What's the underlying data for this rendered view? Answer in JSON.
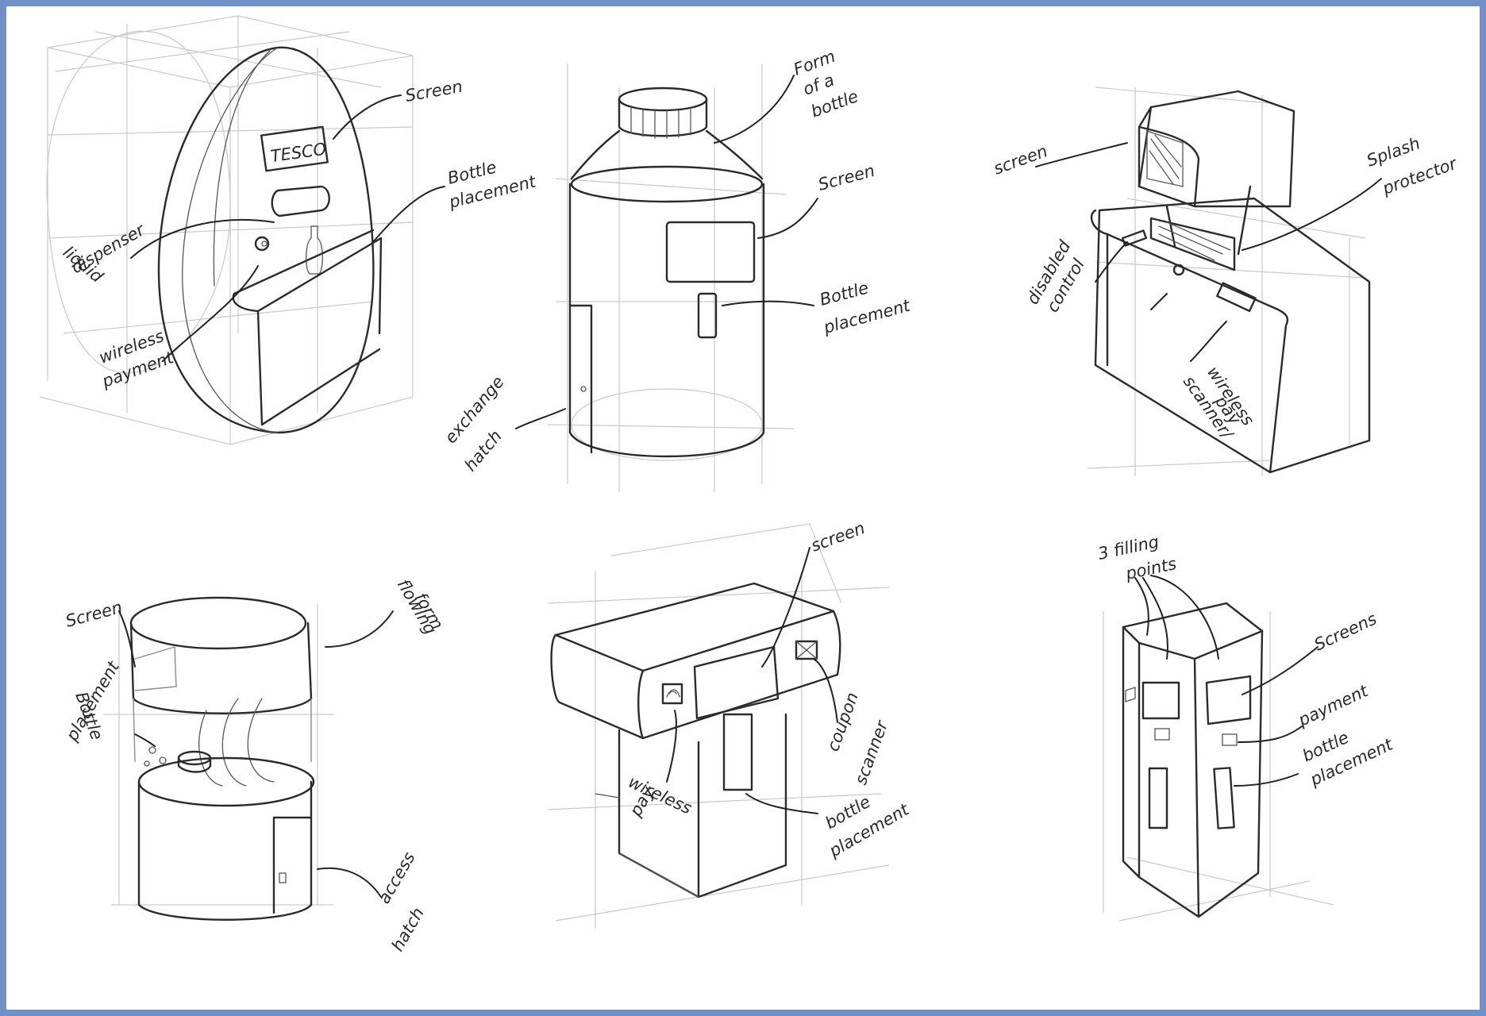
{
  "colors": {
    "frame": "#7090c8",
    "ink": "#2b2b2b",
    "guide": "#c9c9c9"
  },
  "sketches": [
    {
      "id": "egg",
      "brand": "TESCO",
      "labels": {
        "screen": "Screen",
        "bottle_placement_1": "Bottle",
        "bottle_placement_2": "placement",
        "liquid_1": "liquid",
        "liquid_2": "dispenser",
        "wireless_1": "wireless",
        "wireless_2": "payment"
      }
    },
    {
      "id": "bottle",
      "labels": {
        "form_1": "Form",
        "form_2": "of a",
        "form_3": "bottle",
        "screen": "Screen",
        "bottle_1": "Bottle",
        "bottle_2": "placement",
        "exchange_1": "exchange",
        "exchange_2": "hatch"
      }
    },
    {
      "id": "counter",
      "labels": {
        "screen": "screen",
        "splash_1": "Splash",
        "splash_2": "protector",
        "disabled_1": "disabled",
        "disabled_2": "control",
        "scanner_1": "scanner/",
        "scanner_2": "wireless",
        "scanner_3": "pay"
      }
    },
    {
      "id": "cylinder",
      "labels": {
        "screen": "Screen",
        "flowing_1": "flowing",
        "flowing_2": "form",
        "bottle_1": "Bottle",
        "bottle_2": "placement",
        "access_1": "access",
        "access_2": "hatch"
      }
    },
    {
      "id": "kiosk",
      "labels": {
        "screen": "screen",
        "coupon_1": "coupon",
        "coupon_2": "scanner",
        "wireless_1": "wireless",
        "wireless_2": "pay",
        "bottle_1": "bottle",
        "bottle_2": "placement"
      }
    },
    {
      "id": "hexagon",
      "labels": {
        "filling_1": "3 filling",
        "filling_2": "points",
        "screens": "Screens",
        "payment": "payment",
        "bottle_1": "bottle",
        "bottle_2": "placement"
      }
    }
  ]
}
